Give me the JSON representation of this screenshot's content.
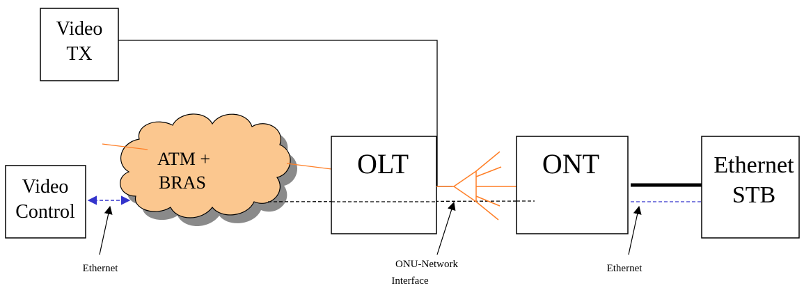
{
  "colors": {
    "line": "#000000",
    "fiber": "#ff7f27",
    "cloud_fill": "#fbc78f",
    "cloud_shadow": "#8a8a8a",
    "ethernet_blue": "#3333cc"
  },
  "nodes": {
    "video_tx": {
      "line1": "Video",
      "line2": "TX"
    },
    "video_control": {
      "line1": "Video",
      "line2": "Control"
    },
    "cloud": {
      "line1": "ATM +",
      "line2": "BRAS"
    },
    "olt": {
      "label": "OLT"
    },
    "ont": {
      "label": "ONT"
    },
    "stb": {
      "line1": "Ethernet",
      "line2": "STB"
    }
  },
  "callouts": {
    "ethernet_left": "Ethernet",
    "onu_line1": "ONU-Network",
    "onu_line2": "Interface",
    "ethernet_right": "Ethernet"
  }
}
